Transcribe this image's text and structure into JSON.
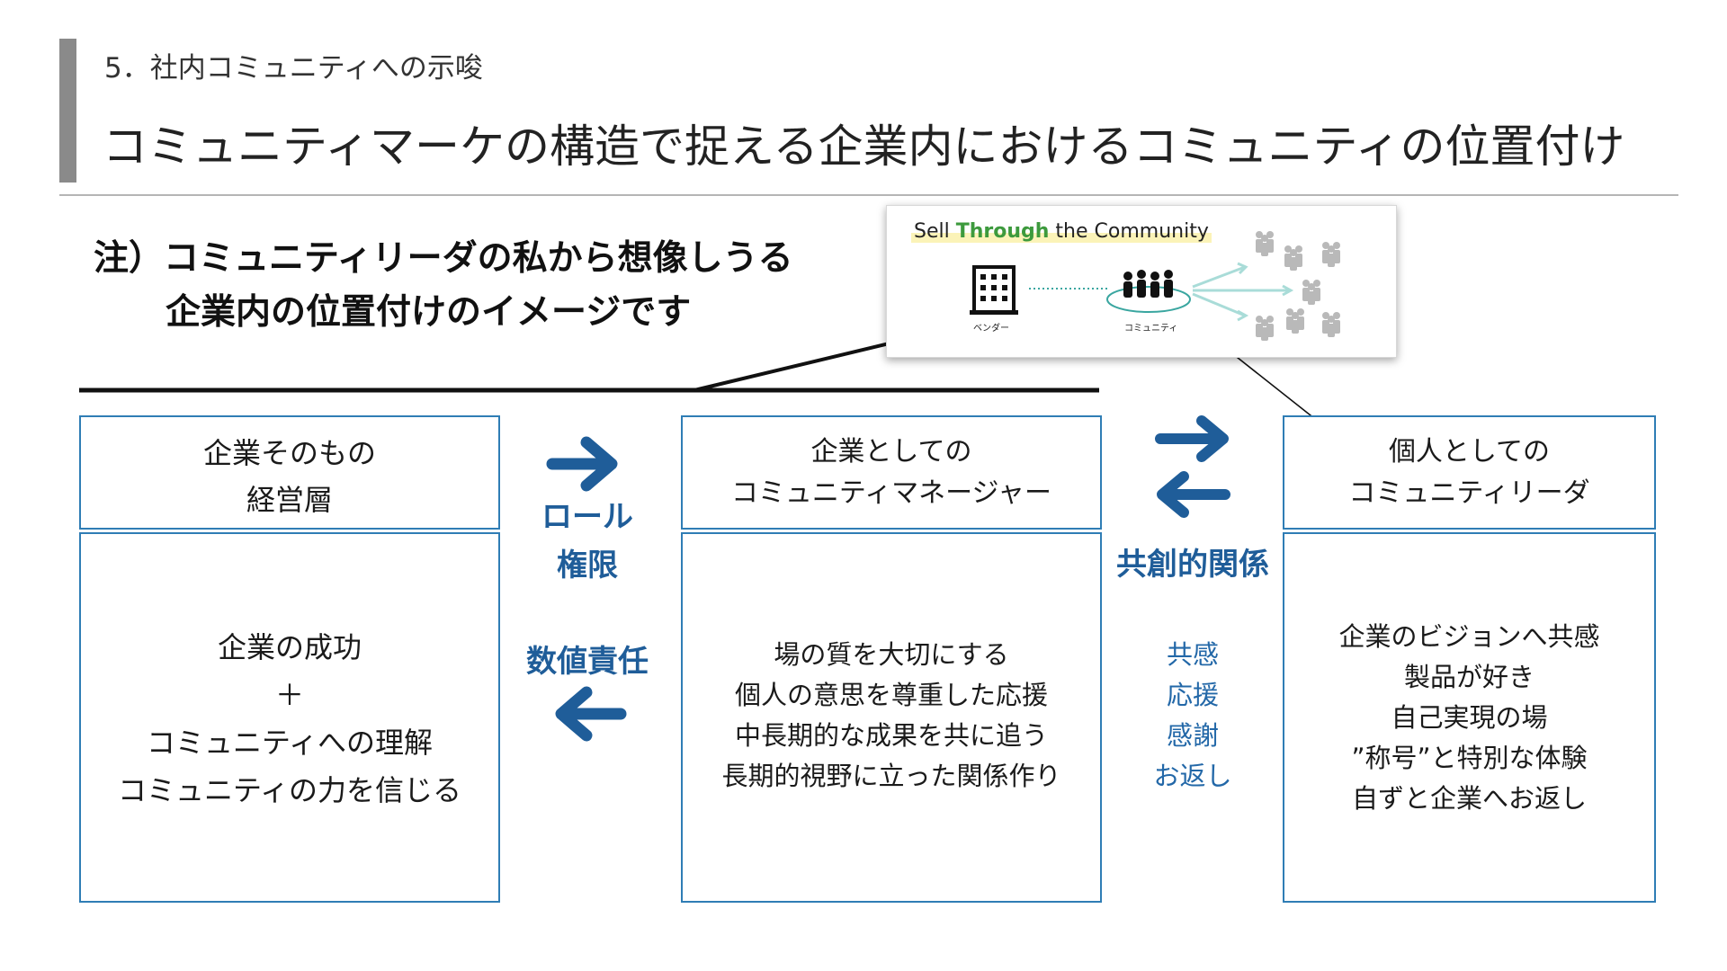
{
  "header": {
    "section_label": "5．社内コミュニティへの示唆",
    "title": "コミュニティマーケの構造で捉える企業内におけるコミュニティの位置付け"
  },
  "note": {
    "line1": "注）コミュニティリーダの私から想像しうる",
    "line2": "企業内の位置付けのイメージです"
  },
  "thumbnail": {
    "title_prefix": "Sell ",
    "title_highlight": "Through",
    "title_suffix": " the Community",
    "vendor_label": "ベンダー",
    "community_label": "コミュニティ",
    "highlight_color": "#3d9a3d"
  },
  "columns": [
    {
      "header_lines": [
        "企業そのもの",
        "経営層"
      ],
      "body_lines": [
        "企業の成功",
        "＋",
        "コミュニティへの理解",
        "コミュニティの力を信じる"
      ]
    },
    {
      "header_lines": [
        "企業としての",
        "コミュニティマネージャー"
      ],
      "body_lines": [
        "場の質を大切にする",
        "個人の意思を尊重した応援",
        "中長期的な成果を共に追う",
        "長期的視野に立った関係作り"
      ]
    },
    {
      "header_lines": [
        "個人としての",
        "コミュニティリーダ"
      ],
      "body_lines": [
        "企業のビジョンへ共感",
        "製品が好き",
        "自己実現の場",
        "”称号”と特別な体験",
        "自ずと企業へお返し"
      ]
    }
  ],
  "connector_left": {
    "top_labels": [
      "ロール",
      "権限"
    ],
    "bottom_label": "数値責任",
    "arrow_top": "right-arrow",
    "arrow_bottom": "left-arrow"
  },
  "connector_right": {
    "main_label": "共創的関係",
    "items": [
      "共感",
      "応援",
      "感謝",
      "お返し"
    ],
    "arrow": "bidirectional-arrows"
  },
  "colors": {
    "box_border": "#2f7db5",
    "label_blue": "#1f5d99",
    "arrow_blue": "#1f5d99"
  }
}
